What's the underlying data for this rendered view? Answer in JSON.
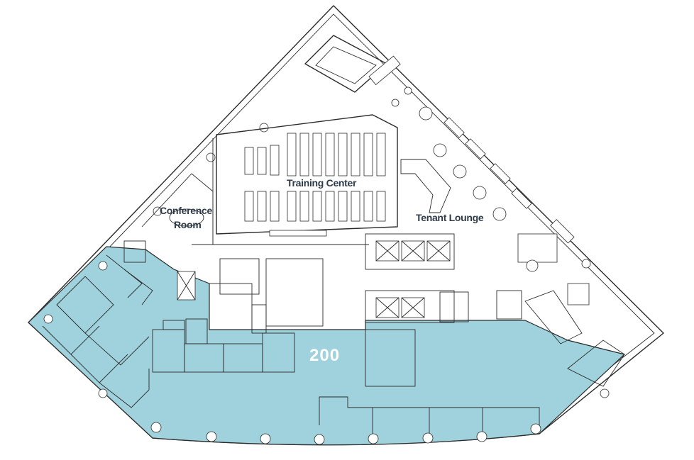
{
  "labels": {
    "training_center": "Training Center",
    "conference_line1": "Conference",
    "conference_line2": "Room",
    "tenant_lounge": "Tenant Lounge",
    "suite_number": "200"
  },
  "colors": {
    "suite_fill": "#9fd2dc",
    "wall_stroke": "#2b2b2b",
    "label_dark": "#2e3a48",
    "label_light": "#ffffff"
  }
}
